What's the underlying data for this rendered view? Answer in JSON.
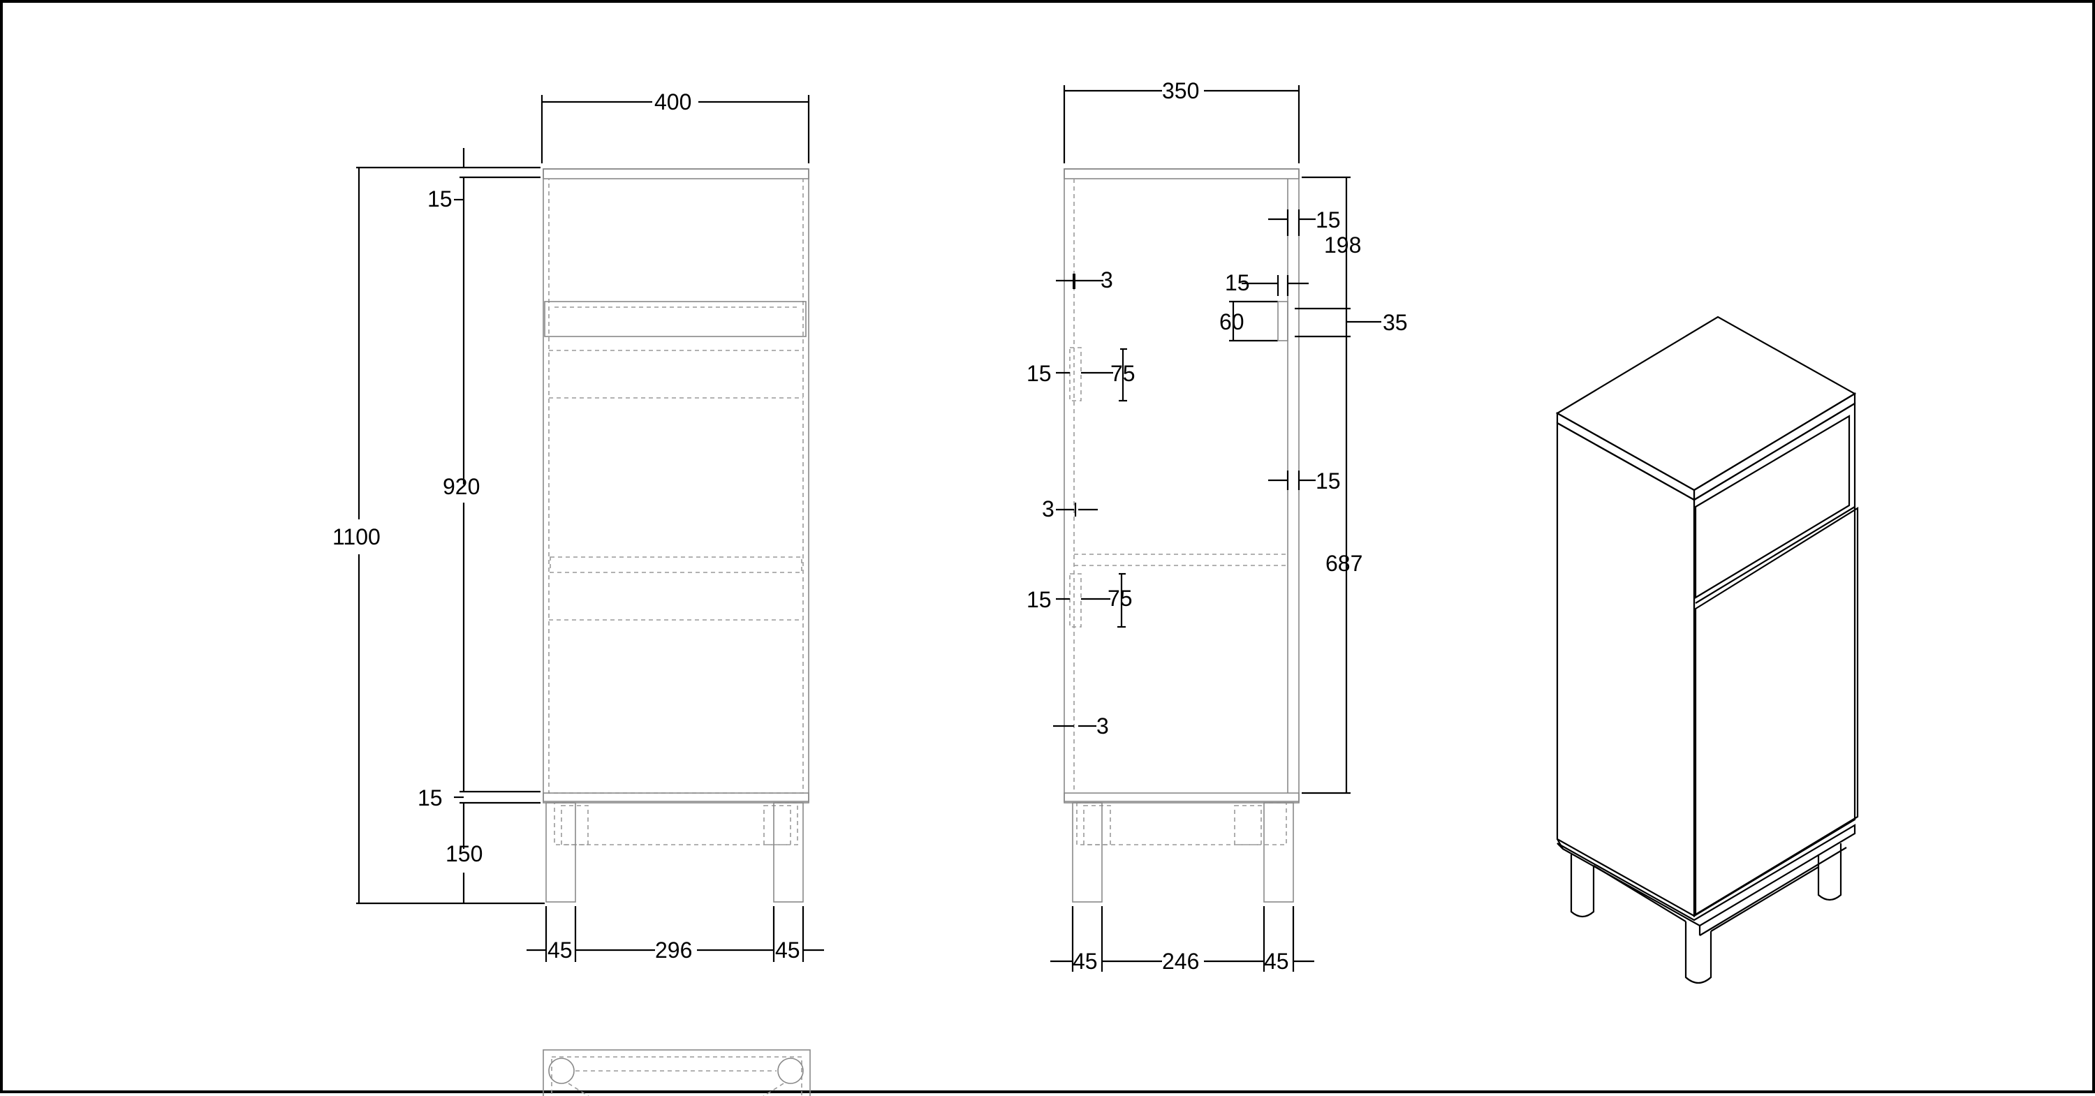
{
  "front_view": {
    "width": "400",
    "height_total": "1100",
    "top_thickness": "15",
    "body_height": "920",
    "bottom_thickness": "15",
    "leg_height": "150",
    "leg_left": "45",
    "leg_gap": "296",
    "leg_right": "45"
  },
  "side_view": {
    "depth": "350",
    "panel_15_top": "15",
    "drawer_198": "198",
    "gap_3_top": "3",
    "hinge_15_a": "15",
    "hinge_60": "60",
    "rail_35": "35",
    "hole_15_a": "15",
    "hole_75_a": "75",
    "panel_15_mid": "15",
    "door_687": "687",
    "gap_3_mid": "3",
    "hole_15_b": "15",
    "hole_75_b": "75",
    "gap_3_bottom": "3",
    "leg_left": "45",
    "leg_gap": "246",
    "leg_right": "45"
  }
}
